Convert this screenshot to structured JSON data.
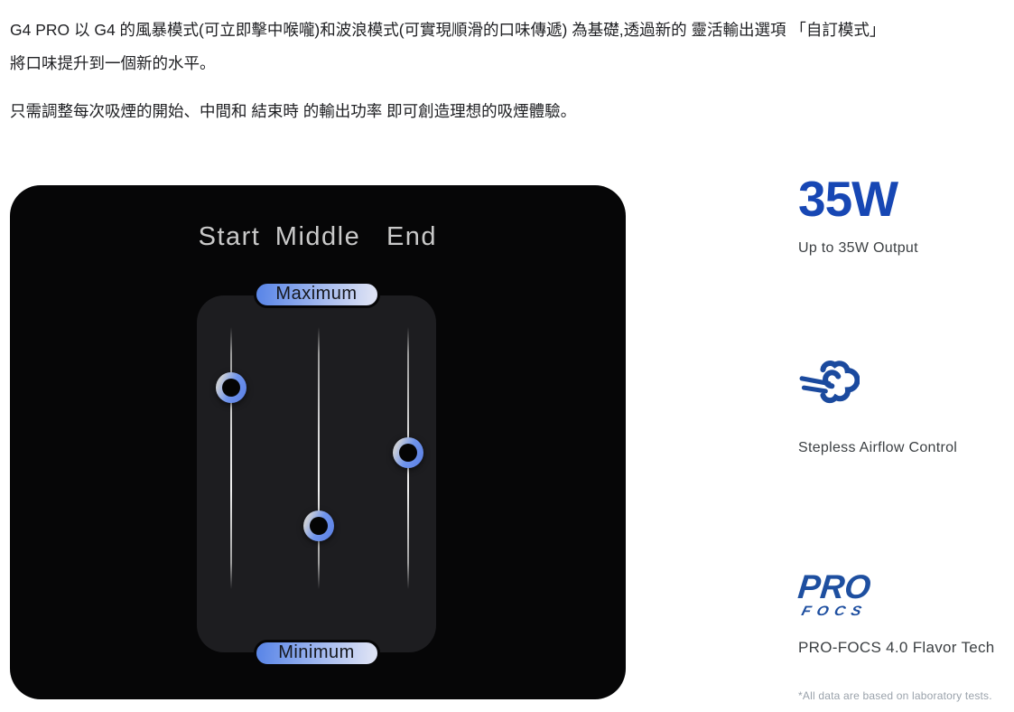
{
  "intro": {
    "paragraph1_line1": "G4 PRO 以 G4 的風暴模式(可立即擊中喉嚨)和波浪模式(可實現順滑的口味傳遞) 為基礎,透過新的 靈活輸出選項 「自訂模式」",
    "paragraph1_line2": "將口味提升到一個新的水平。",
    "paragraph2": "只需調整每次吸煙的開始、中間和 結束時 的輸出功率 即可創造理想的吸煙體驗。"
  },
  "custom_mode_panel": {
    "column_labels": [
      "Start",
      "Middle",
      "End"
    ],
    "max_label": "Maximum",
    "min_label": "Minimum",
    "sliders": [
      {
        "name": "start",
        "position_pct": 23
      },
      {
        "name": "middle",
        "position_pct": 76
      },
      {
        "name": "end",
        "position_pct": 48
      }
    ]
  },
  "features": {
    "power": {
      "headline": "35W",
      "caption": "Up to 35W Output"
    },
    "airflow": {
      "icon": "airflow-icon",
      "caption": "Stepless Airflow Control"
    },
    "flavor": {
      "logo_top": "PRO",
      "logo_bottom": "FOCS",
      "caption": "PRO-FOCS 4.0 Flavor Tech"
    }
  },
  "footnote": "*All data are based on laboratory tests.",
  "colors": {
    "accent_blue": "#1747b4",
    "icon_navy": "#1b4a9e",
    "logo_blue": "#1e4fa0",
    "panel_bg": "#060607",
    "card_bg": "#1d1d20",
    "pill_left": "#5d88e8",
    "pill_right": "#dde2f4",
    "knob_silver": "#c9cdd6",
    "knob_blue": "#6f94ec",
    "label_gray": "#c9c9c9",
    "text_dark": "#202124",
    "text_secondary": "#3c4043",
    "footnote_gray": "#9aa2ab"
  }
}
